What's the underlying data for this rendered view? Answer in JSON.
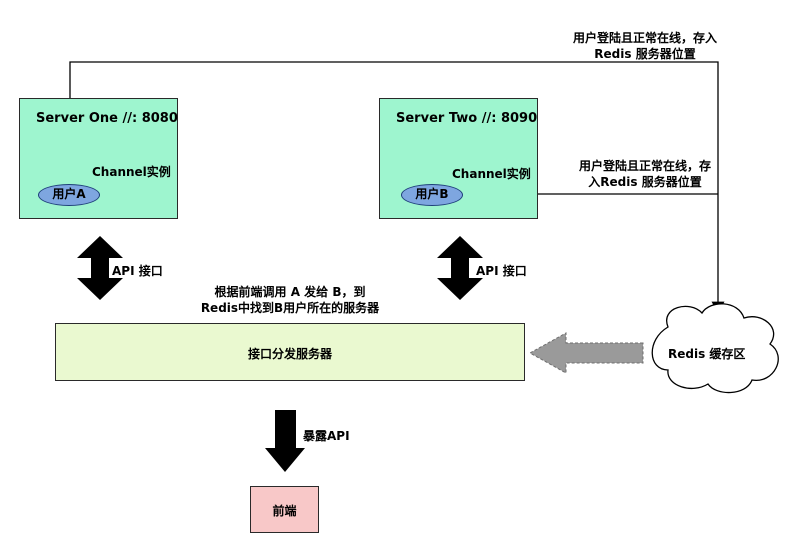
{
  "servers": [
    {
      "title": "Server One //:  8080",
      "channel_label": "Channel实例",
      "user_label": "用户A"
    },
    {
      "title": "Server Two //:  8090",
      "channel_label": "Channel实例",
      "user_label": "用户B"
    }
  ],
  "api_labels": [
    "API 接口",
    "API 接口"
  ],
  "top_annotation": {
    "line1": "用户登陆且正常在线，存入",
    "line2": "Redis 服务器位置"
  },
  "right_annotation": {
    "line1": "用户登陆且正常在线，存",
    "line2": "入Redis 服务器位置"
  },
  "routing_note": {
    "line1": "根据前端调用 A 发给 B，到",
    "line2": "Redis中找到B用户所在的服务器"
  },
  "gateway_label": "接口分发服务器",
  "redis_label": "Redis 缓存区",
  "expose_label": "暴露API",
  "frontend_label": "前端"
}
